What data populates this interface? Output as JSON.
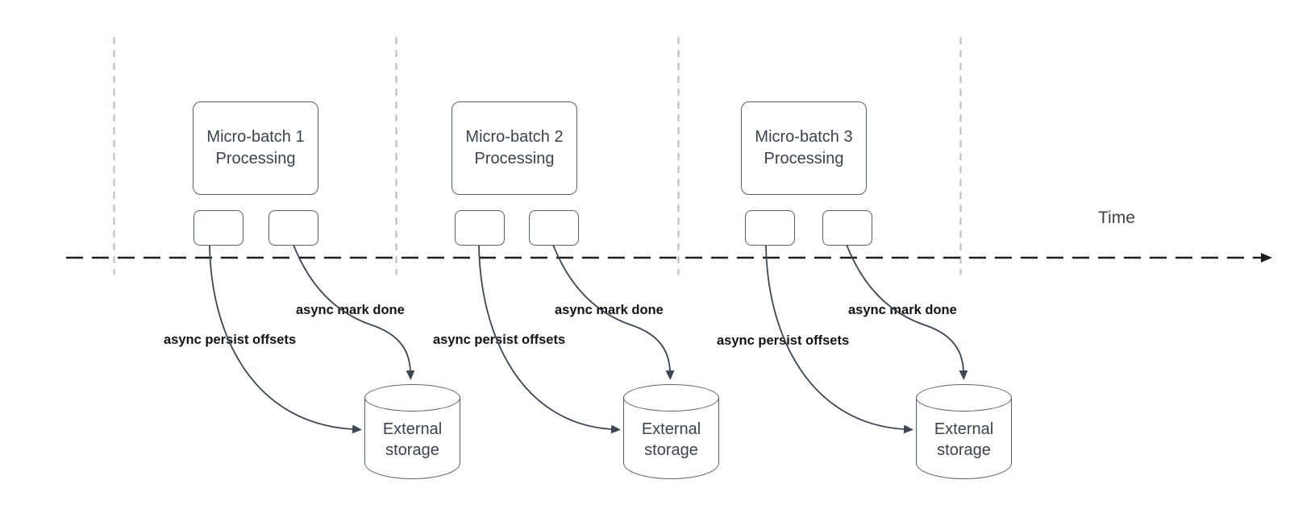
{
  "colors": {
    "shape-border": "#565e68",
    "shape-text": "#3b434e",
    "label-text": "#101418",
    "timeline": "#1c1e21",
    "guide": "#b6bcc4",
    "arrow": "#3d4651",
    "background": "#ffffff"
  },
  "time_label": "Time",
  "batches": [
    {
      "name": "Micro-batch 1",
      "subtitle": "Processing",
      "persist_label": "async persist offsets",
      "done_label": "async mark done",
      "storage": {
        "line1": "External",
        "line2": "storage"
      }
    },
    {
      "name": "Micro-batch 2",
      "subtitle": "Processing",
      "persist_label": "async persist offsets",
      "done_label": "async mark done",
      "storage": {
        "line1": "External",
        "line2": "storage"
      }
    },
    {
      "name": "Micro-batch 3",
      "subtitle": "Processing",
      "persist_label": "async persist offsets",
      "done_label": "async mark done",
      "storage": {
        "line1": "External",
        "line2": "storage"
      }
    }
  ]
}
